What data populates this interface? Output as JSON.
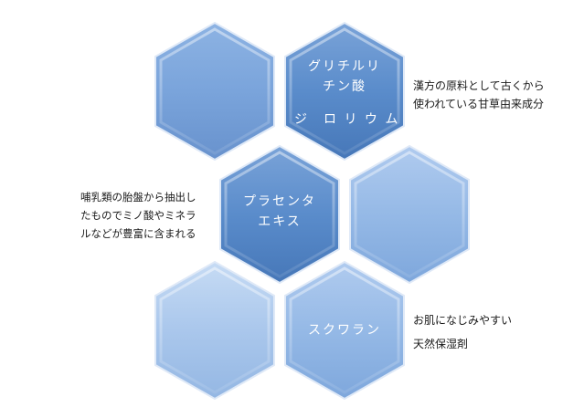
{
  "hexagons": {
    "glycyrrhizic": {
      "line1": "グリチルリ",
      "line2": "チン酸",
      "line3": "ジ　ロ リ ウ ム"
    },
    "placenta": {
      "line1": "プラセンタ",
      "line2": "エキス"
    },
    "squalane": {
      "line1": "スクワラン"
    }
  },
  "notes": {
    "glycyrrhizic": {
      "line1": "漢方の原料として古くから",
      "line2": "使われている甘草由来成分"
    },
    "placenta": {
      "line1": "哺乳類の胎盤から抽出し",
      "line2": "たものでミノ酸やミネラ",
      "line3": "ルなどが豊富に含まれる"
    },
    "squalane": {
      "line1": "お肌になじみやすい",
      "line2": "天然保湿剤"
    }
  },
  "colors": {
    "hex_dark": "#4f82c0",
    "hex_mid": "#6f9bd3",
    "hex_light": "#a9c5ea",
    "hex_border_light": "#d7e6f8",
    "background": "#ffffff"
  }
}
